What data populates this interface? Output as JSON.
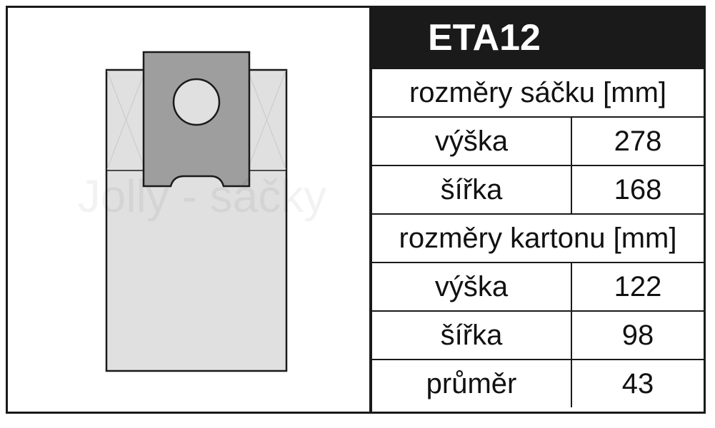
{
  "product": {
    "code": "ETA12",
    "watermark": "Jolly - sáčky"
  },
  "bag_dimensions": {
    "header": "rozměry sáčku [mm]",
    "rows": [
      {
        "label": "výška",
        "value": "278"
      },
      {
        "label": "šířka",
        "value": "168"
      }
    ]
  },
  "carton_dimensions": {
    "header": "rozměry kartonu [mm]",
    "rows": [
      {
        "label": "výška",
        "value": "122"
      },
      {
        "label": "šířka",
        "value": "98"
      },
      {
        "label": "průměr",
        "value": "43"
      }
    ]
  },
  "colors": {
    "frame": "#1a1a1a",
    "bag_fill": "#e0e0e0",
    "carton_fill": "#9e9e9e",
    "title_bg": "#1a1a1a",
    "title_text": "#ffffff"
  }
}
